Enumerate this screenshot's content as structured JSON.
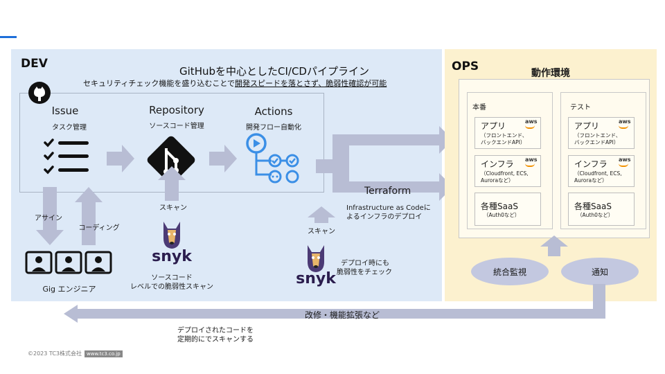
{
  "dev": {
    "label": "DEV",
    "title": "GitHubを中心としたCI/CDパイプライン",
    "subtitle_plain": "セキュリティチェック機能を盛り込むことで",
    "subtitle_underlined": "開発スピードを落とさず、脆弱性確認が可能",
    "stages": [
      {
        "title": "Issue",
        "sub": "タスク管理",
        "icon": "checklist-icon"
      },
      {
        "title": "Repository",
        "sub": "ソースコード管理",
        "icon": "git-icon"
      },
      {
        "title": "Actions",
        "sub": "開発フロー自動化",
        "icon": "actions-icon"
      }
    ],
    "assign_label": "アサイン",
    "coding_label": "コーディング",
    "engineers_label": "Gig エンジニア",
    "scan1_label": "スキャン",
    "snyk1_name": "snyk",
    "snyk1_desc_line1": "ソースコード",
    "snyk1_desc_line2": "レベルでの脆弱性スキャン",
    "terraform_title": "Terraform",
    "terraform_line1": "Infrastructure as Codeに",
    "terraform_line2": "よるインフラのデプロイ",
    "scan2_label": "スキャン",
    "snyk2_name": "snyk",
    "snyk2_desc_line1": "デプロイ時にも",
    "snyk2_desc_line2": "脆弱性をチェック"
  },
  "ops": {
    "label": "OPS",
    "title": "動作環境",
    "environments": [
      {
        "label": "本番",
        "services": [
          {
            "name": "アプリ",
            "sub1": "（フロントエンド、",
            "sub2": "バックエンドAPI）",
            "aws": true
          },
          {
            "name": "インフラ",
            "sub1": "（Cloudfront, ECS,",
            "sub2": "Auroraなど）",
            "aws": true
          },
          {
            "name": "各種SaaS",
            "sub1": "（Auth0など）",
            "sub2": "",
            "aws": false
          }
        ]
      },
      {
        "label": "テスト",
        "services": [
          {
            "name": "アプリ",
            "sub1": "（フロントエンド、",
            "sub2": "バックエンドAPI）",
            "aws": true
          },
          {
            "name": "インフラ",
            "sub1": "（Cloudfront, ECS,",
            "sub2": "Auroraなど）",
            "aws": true
          },
          {
            "name": "各種SaaS",
            "sub1": "（Auth0など）",
            "sub2": "",
            "aws": false
          }
        ]
      }
    ],
    "aws_label": "aws",
    "monitoring_label": "統合監視",
    "notification_label": "通知"
  },
  "feedback_label": "改修・機能拡張など",
  "scheduled_scan_line1": "デプロイされたコードを",
  "scheduled_scan_line2": "定期的にでスキャンする",
  "footer": {
    "copyright": "©2023 TC3株式会社",
    "url": "www.tc3.co.jp"
  },
  "colors": {
    "dev_bg": "#dde9f7",
    "ops_bg": "#fcf1cf",
    "arrow": "#b8bdd4",
    "accent": "#1e6fd9",
    "ellipse": "#c3c8e0"
  }
}
